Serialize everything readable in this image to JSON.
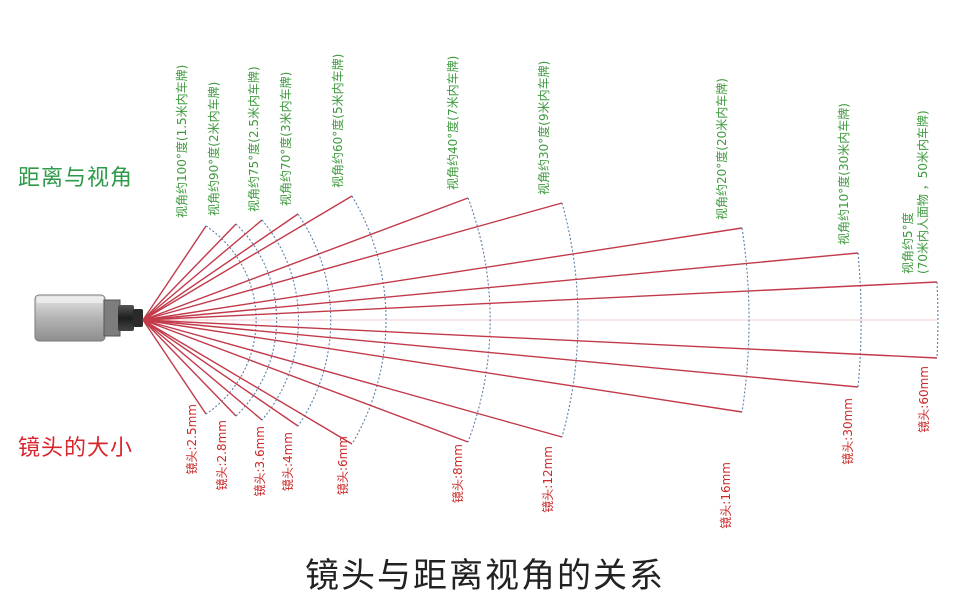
{
  "labels": {
    "distance": "距离与视角",
    "lens": "镜头的大小",
    "title": "镜头与距离视角的关系"
  },
  "colors": {
    "ray": "#c23a4a",
    "arc": "#5c7fa8",
    "angle_text": "#3e9a3e",
    "lens_text": "#cc2a2a"
  },
  "icons": {
    "camera": "cctv-camera-icon"
  },
  "lenses": [
    {
      "lens": "镜头:2.5mm",
      "angle": "视角约100°度(1.5米内车牌)",
      "angle_deg": 100
    },
    {
      "lens": "镜头:2.8mm",
      "angle": "视角约90°度(2米内车牌)",
      "angle_deg": 90
    },
    {
      "lens": "镜头:3.6mm",
      "angle": "视角约75°度(2.5米内车牌)",
      "angle_deg": 75
    },
    {
      "lens": "镜头:4mm",
      "angle": "视角约70°度(3米内车牌)",
      "angle_deg": 70
    },
    {
      "lens": "镜头:6mm",
      "angle": "视角约60°度(5米内车牌)",
      "angle_deg": 60
    },
    {
      "lens": "镜头:8mm",
      "angle": "视角约40°度(7米内车牌)",
      "angle_deg": 40
    },
    {
      "lens": "镜头:12mm",
      "angle": "视角约30°度(9米内车牌)",
      "angle_deg": 30
    },
    {
      "lens": "镜头:16mm",
      "angle": "视角约20°度(20米内车牌)",
      "angle_deg": 20
    },
    {
      "lens": "镜头:30mm",
      "angle": "视角约10°度(30米内车牌)",
      "angle_deg": 10
    },
    {
      "lens": "镜头:60mm",
      "angle": "视角约5°度\n(70米内人面物 ，50米内车牌)",
      "angle_deg": 5
    }
  ]
}
